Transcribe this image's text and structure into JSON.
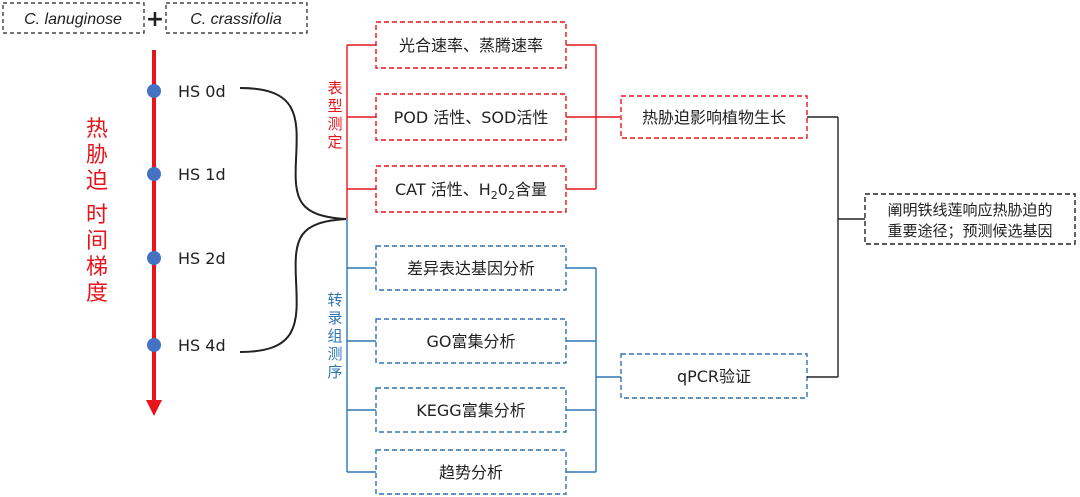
{
  "species": {
    "a": "C. lanuginose",
    "plus": "+",
    "b": "C. crassifolia"
  },
  "timeline": {
    "title": [
      "热",
      "胁",
      "迫",
      "时",
      "间",
      "梯",
      "度"
    ],
    "points": [
      "HS 0d",
      "HS 1d",
      "HS 2d",
      "HS 4d"
    ]
  },
  "groups": {
    "phenotype": {
      "label": [
        "表",
        "型",
        "测",
        "定"
      ],
      "boxes": {
        "photo": "光合速率、蒸腾速率",
        "enzyme": "POD 活性、SOD活性",
        "cat_pre": "CAT 活性、H",
        "sub1": "2",
        "o": "0",
        "sub2": "2",
        "cat_post": "含量"
      },
      "result": "热胁迫影响植物生长"
    },
    "transcriptome": {
      "label": [
        "转",
        "录",
        "组",
        "测",
        "序"
      ],
      "boxes": [
        "差异表达基因分析",
        "GO富集分析",
        "KEGG富集分析",
        "趋势分析"
      ],
      "result": "qPCR验证"
    }
  },
  "conclusion": [
    "阐明铁线莲响应热胁迫的",
    "重要途径；预测候选基因"
  ],
  "colors": {
    "red": "#e8141c",
    "blue": "#2e75b6",
    "dot": "#4472c4",
    "black": "#222222"
  }
}
